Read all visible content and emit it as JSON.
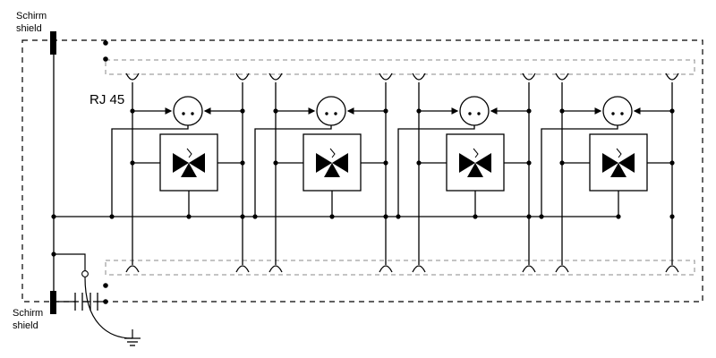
{
  "labels": {
    "shield_top_de": "Schirm",
    "shield_top_en": "shield",
    "shield_bottom_de": "Schirm",
    "shield_bottom_en": "shield",
    "connector": "RJ 45"
  },
  "modules": [
    {
      "name": "module-1"
    },
    {
      "name": "module-2"
    },
    {
      "name": "module-3"
    },
    {
      "name": "module-4"
    }
  ]
}
